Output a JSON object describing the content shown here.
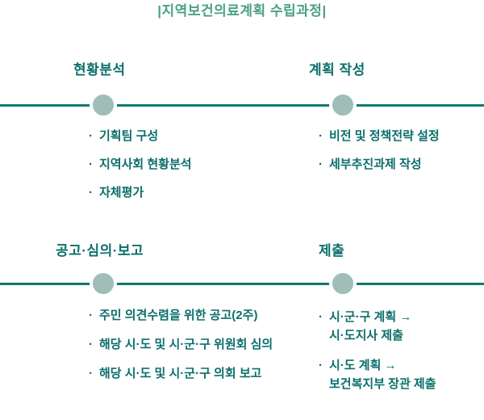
{
  "ui": {
    "bullet": "·"
  },
  "page": {
    "title": "|지역보건의료계획 수립과정|"
  },
  "colors": {
    "title_green": "#4AA183",
    "text_teal": "#0B6F6B",
    "line_teal": "#0E7874",
    "node_sage": "#9EBEB7",
    "background": "#FFFFFF"
  },
  "sections": [
    {
      "title": "현황분석",
      "items": [
        "기획팀 구성",
        "지역사회 현황분석",
        "자체평가"
      ]
    },
    {
      "title": "계획 작성",
      "items": [
        "비전 및 정책전략 설정",
        "세부추진과제 작성"
      ]
    },
    {
      "title": "공고·심의·보고",
      "items": [
        "주민 의견수렴을 위한 공고(2주)",
        "해당 시·도 및 시·군·구 위원회 심의",
        "해당 시·도 및 시·군·구 의회 보고"
      ]
    },
    {
      "title": "제출",
      "items": [
        [
          "시·군·구 계획 →",
          "시·도지사 제출"
        ],
        [
          "시·도 계획 →",
          "보건복지부 장관 제출"
        ]
      ]
    }
  ]
}
